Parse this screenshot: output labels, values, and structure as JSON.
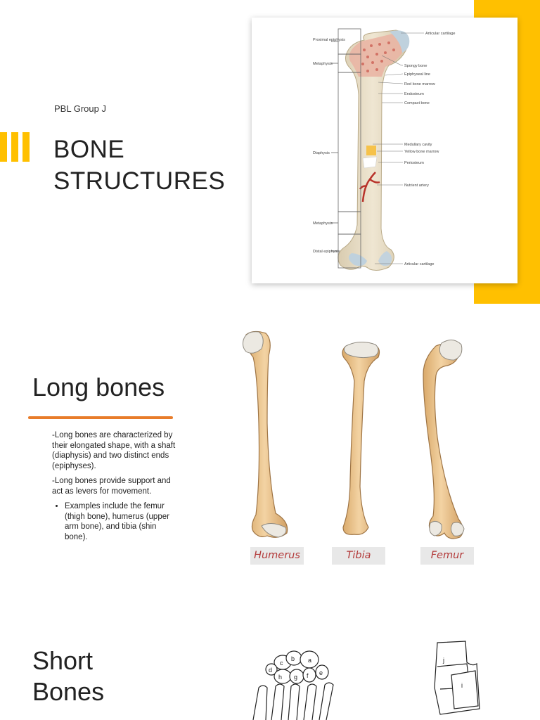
{
  "slide1": {
    "group_label": "PBL Group J",
    "title_line1": "BONE",
    "title_line2": "STRUCTURES",
    "accent_color": "#FFC000",
    "diagram": {
      "left_labels": [
        "Proximal epiphysis",
        "Metaphysis",
        "Diaphysis",
        "Metaphysis",
        "Distal epiphysis"
      ],
      "right_labels": [
        "Articular cartilage",
        "Spongy bone",
        "Epiphyseal line",
        "Red bone marrow",
        "Endosteum",
        "Compact bone",
        "Medullary cavity",
        "Yellow bone marrow",
        "Periosteum",
        "Nutrient artery",
        "Articular cartilage"
      ]
    }
  },
  "slide2": {
    "heading": "Long bones",
    "paragraph1": "-Long bones are characterized by their elongated shape, with a shaft (diaphysis) and two distinct ends (epiphyses).",
    "paragraph2": "-Long bones provide support and act as levers for movement.",
    "bullet1": "Examples include the femur (thigh bone), humerus (upper arm bone), and tibia (shin bone).",
    "labels": [
      "Humerus",
      "Tibia",
      "Femur"
    ],
    "underline_color": "#E87C2A",
    "label_color": "#B33A3A"
  },
  "slide3": {
    "heading_line1": "Short",
    "heading_line2": "Bones",
    "carpal_letters": [
      "c",
      "b",
      "a",
      "d",
      "h",
      "g",
      "f",
      "e"
    ],
    "tarsal_letters": [
      "j",
      "i"
    ]
  }
}
